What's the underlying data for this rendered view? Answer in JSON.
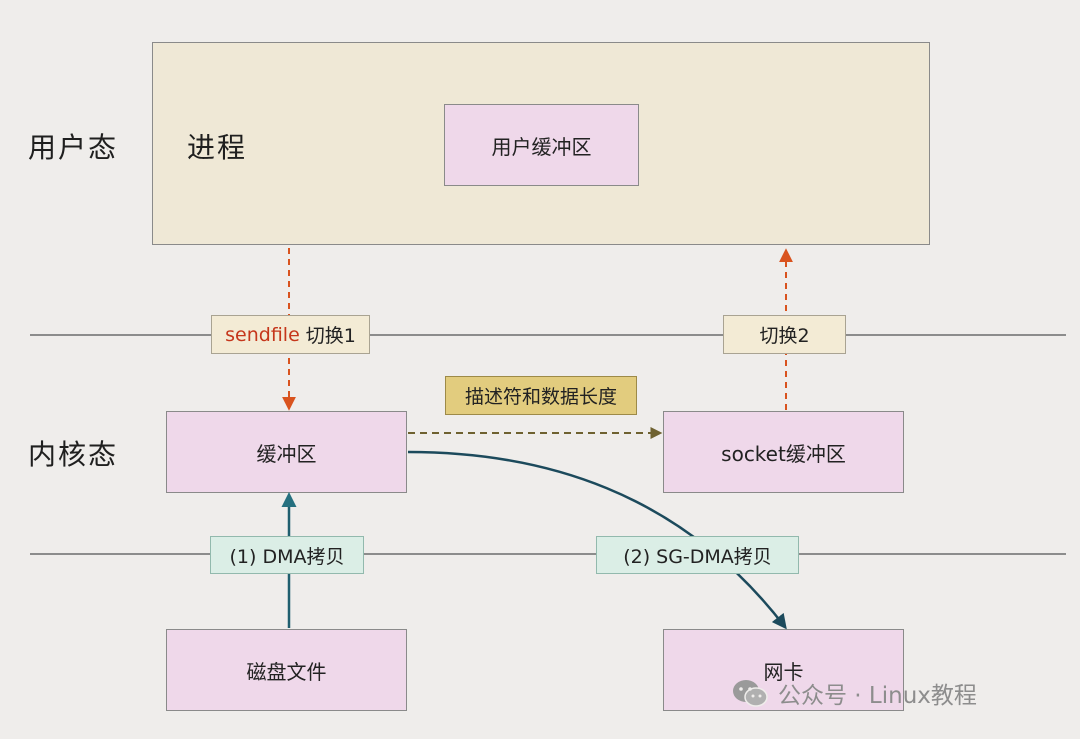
{
  "zones": {
    "user_space": "用户态",
    "kernel_space": "内核态"
  },
  "process": {
    "title": "进程",
    "user_buffer": "用户缓冲区"
  },
  "switches": {
    "sendfile_word": "sendfile",
    "switch1": "切换1",
    "switch2": "切换2"
  },
  "kernel": {
    "buffer": "缓冲区",
    "socket_buffer": "socket缓冲区",
    "descriptor_label": "描述符和数据长度"
  },
  "dma": {
    "step1": "(1)  DMA拷贝",
    "step2": "(2)  SG-DMA拷贝"
  },
  "hardware": {
    "disk_file": "磁盘文件",
    "nic": "网卡"
  },
  "watermark": {
    "text": "公众号 · Linux教程"
  },
  "colors": {
    "background": "#efedeb",
    "process_fill": "#efe8d6",
    "buffer_fill": "#efd8ea",
    "switch_tag_fill": "#f3ebd5",
    "descriptor_tag_fill": "#e2cc7e",
    "dma_tag_fill": "#dbeee6",
    "syscall_arrow": "#d9531e",
    "sendfile_text": "#c5361b",
    "dma_arrow": "#1f5e6e",
    "descriptor_arrow": "#6e6130"
  }
}
